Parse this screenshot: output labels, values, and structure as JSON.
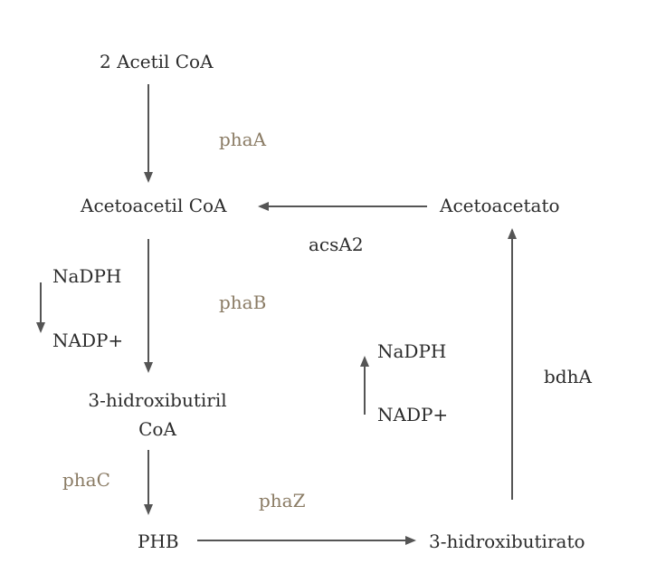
{
  "metabolites": {
    "acetil_coa": "2 Acetil CoA",
    "acetoacetil_coa": "Acetoacetil CoA",
    "acetoacetato": "Acetoacetato",
    "hidroxibutiril_coa_line1": "3-hidroxibutiril",
    "hidroxibutiril_coa_line2": "CoA",
    "phb": "PHB",
    "hidroxibutirato": "3-hidroxibutirato"
  },
  "enzymes": {
    "phaA": "phaA",
    "phaB": "phaB",
    "phaC": "phaC",
    "phaZ": "phaZ",
    "acsA2": "acsA2",
    "bdhA": "bdhA"
  },
  "cofactors": {
    "left_top": "NaDPH",
    "left_bottom": "NADP+",
    "right_top": "NaDPH",
    "right_bottom": "NADP+"
  },
  "colors": {
    "text": "#2b2b2b",
    "enzyme": "#8a7b64",
    "arrow": "#555555"
  }
}
